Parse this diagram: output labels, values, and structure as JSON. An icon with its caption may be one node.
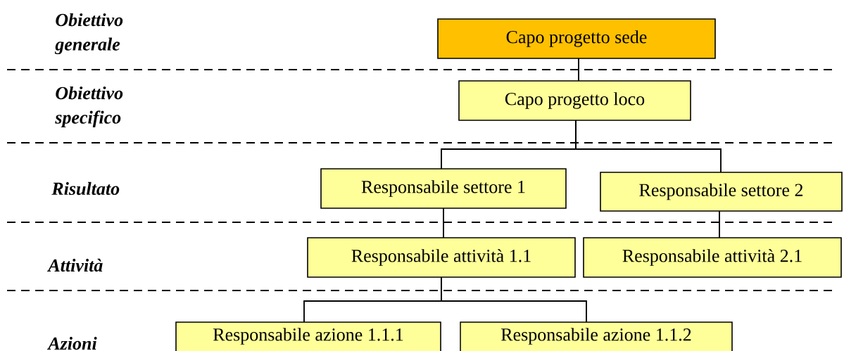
{
  "diagram": {
    "nodes": [
      {
        "text": [
          "Capo progetto sede"
        ]
      },
      {
        "text": [
          "Capo progetto loco"
        ]
      },
      {
        "text": [
          "Responsabile settore 1"
        ]
      },
      {
        "text": [
          "Responsabile settore 2"
        ]
      },
      {
        "text": [
          "Responsabile attività 1.1"
        ]
      },
      {
        "text": [
          "Responsabile attività 2.1"
        ]
      },
      {
        "text": [
          "Responsabile azione 1.1.1"
        ]
      },
      {
        "text": [
          "Responsabile azione 1.1.2"
        ]
      }
    ],
    "edges": [
      {
        "from": 0,
        "to": 1,
        "arrow": "none"
      },
      {
        "from": 1,
        "to": 2,
        "arrow": "none"
      },
      {
        "from": 1,
        "to": 3,
        "arrow": "none"
      },
      {
        "from": 2,
        "to": 4,
        "arrow": "none"
      },
      {
        "from": 3,
        "to": 5,
        "arrow": "none"
      },
      {
        "from": 4,
        "to": 6,
        "arrow": "none"
      },
      {
        "from": 4,
        "to": 7,
        "arrow": "none"
      }
    ],
    "labels": [
      "Obiettivo generale",
      "Obiettivo specifico",
      "Risultato",
      "Attività",
      "Azioni"
    ]
  }
}
